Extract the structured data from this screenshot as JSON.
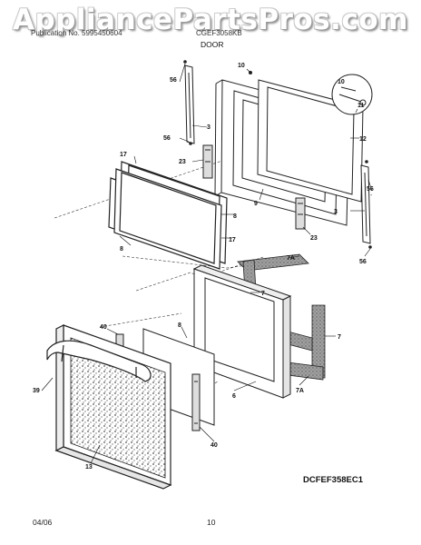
{
  "watermark": "AppliancePartsPros.com",
  "header": {
    "left": "Publication No. 5995450604",
    "right": "CGEF3058KB",
    "section": "DOOR"
  },
  "model_code": "DCFEF358EC1",
  "footer": {
    "date": "04/06",
    "page": "10"
  },
  "callouts": {
    "c10a": "10",
    "c56a": "56",
    "c3a": "3",
    "c56b": "56",
    "c23a": "23",
    "c17a": "17",
    "c9": "9",
    "c12": "12",
    "c10b": "10",
    "c11": "11",
    "c8a": "8",
    "c17b": "17",
    "c8b": "8",
    "c23b": "23",
    "c56c": "56",
    "c3b": "3",
    "c56d": "56",
    "c7a": "7A",
    "c7b": "7",
    "c7c": "7",
    "c7d": "7A",
    "c40a": "40",
    "c8c": "8",
    "c39": "39",
    "c6": "6",
    "c40b": "40",
    "c13": "13"
  },
  "colors": {
    "line": "#222222",
    "gasket_fill": "#9a9a9a",
    "watermark_edge": "#9a9a9a"
  }
}
